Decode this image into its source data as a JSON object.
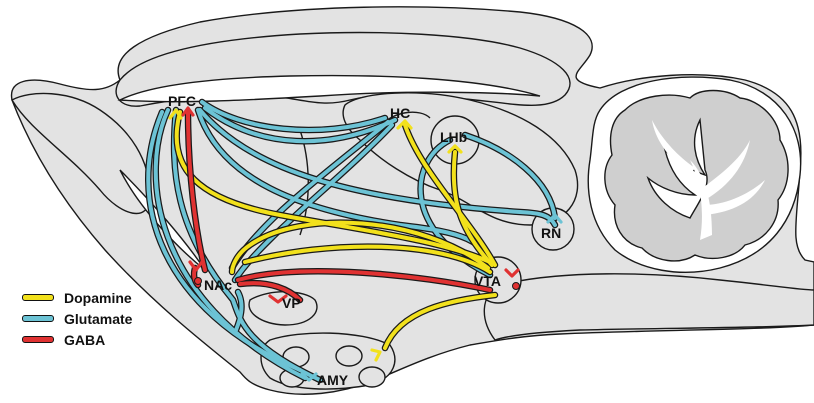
{
  "regions": {
    "pfc": "PFC",
    "hc": "HC",
    "lhb": "LHb",
    "rn": "RN",
    "nac": "NAc",
    "vp": "VP",
    "vta": "VTA",
    "amy": "AMY"
  },
  "legend": [
    {
      "label": "Dopamine",
      "color": "#f2e11c"
    },
    {
      "label": "Glutamate",
      "color": "#6cc3d5"
    },
    {
      "label": "GABA",
      "color": "#e03232"
    }
  ],
  "colors": {
    "brain_fill": "#e3e3e3",
    "cerebellum_fill": "#cfcfcf",
    "outline": "#1a1a1a"
  }
}
